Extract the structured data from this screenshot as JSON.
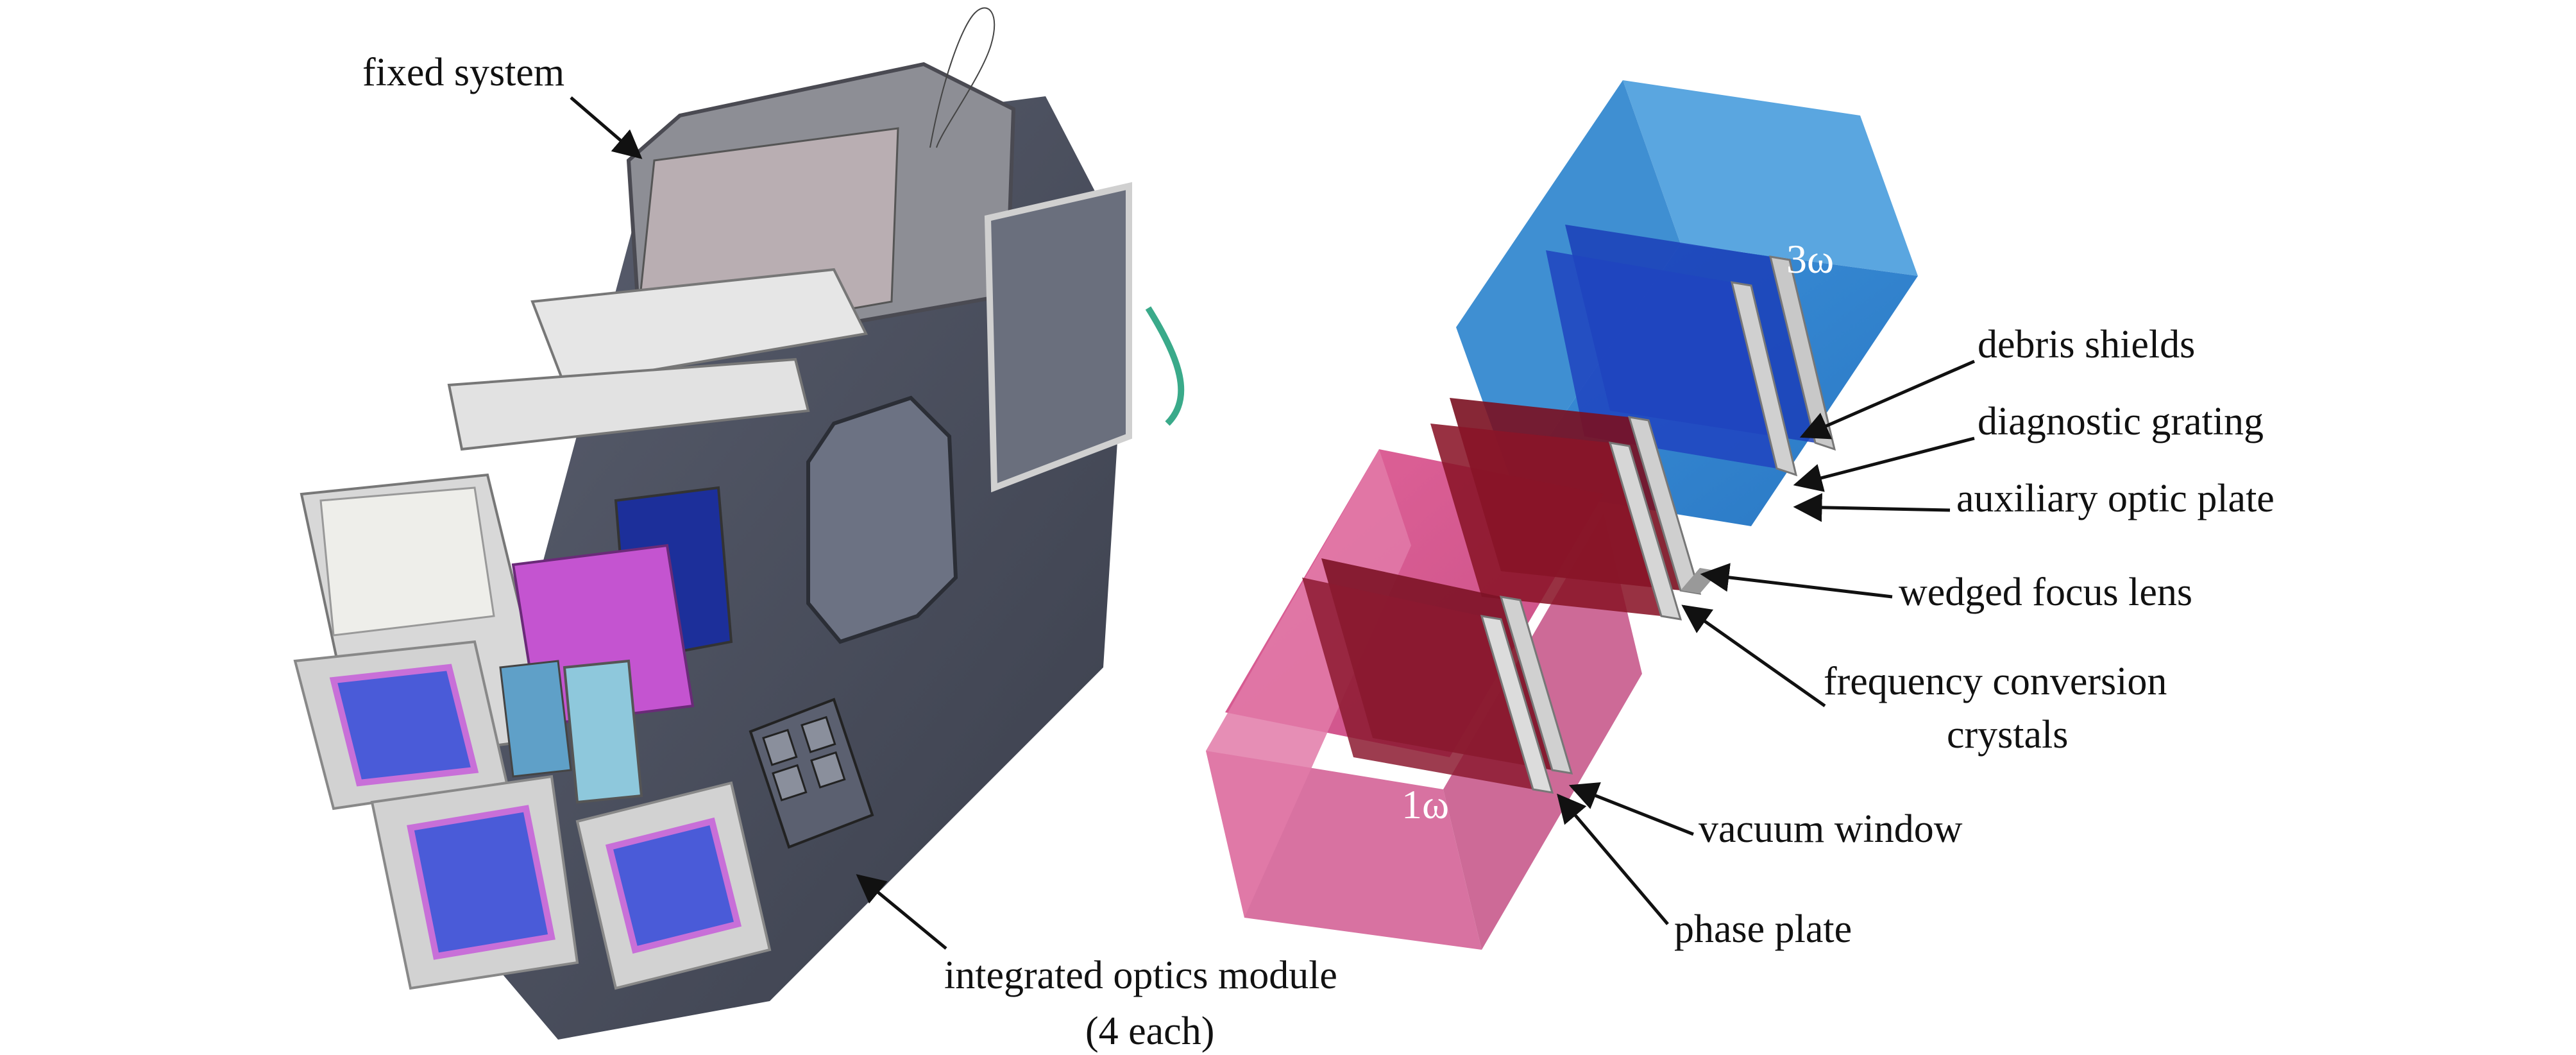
{
  "left_labels": {
    "fixed_system": "fixed system",
    "iom_line1": "integrated optics module",
    "iom_line2": "(4 each)"
  },
  "right_labels": {
    "debris_shields": "debris shields",
    "diagnostic_grating": "diagnostic grating",
    "auxiliary_optic_plate": "auxiliary optic plate",
    "wedged_focus_lens": "wedged focus lens",
    "frequency_conversion_line1": "frequency conversion",
    "frequency_conversion_line2": "crystals",
    "vacuum_window": "vacuum window",
    "phase_plate": "phase plate"
  },
  "beams": {
    "input": "1ω",
    "output": "3ω"
  },
  "colors": {
    "input_beam": "#d9508a",
    "output_beam": "#2f8fd6",
    "machine_dark": "#4a4f5e",
    "machine_light": "#c8cacd",
    "glass_blue": "#3a5ad8",
    "glass_magenta": "#c86fd8"
  }
}
